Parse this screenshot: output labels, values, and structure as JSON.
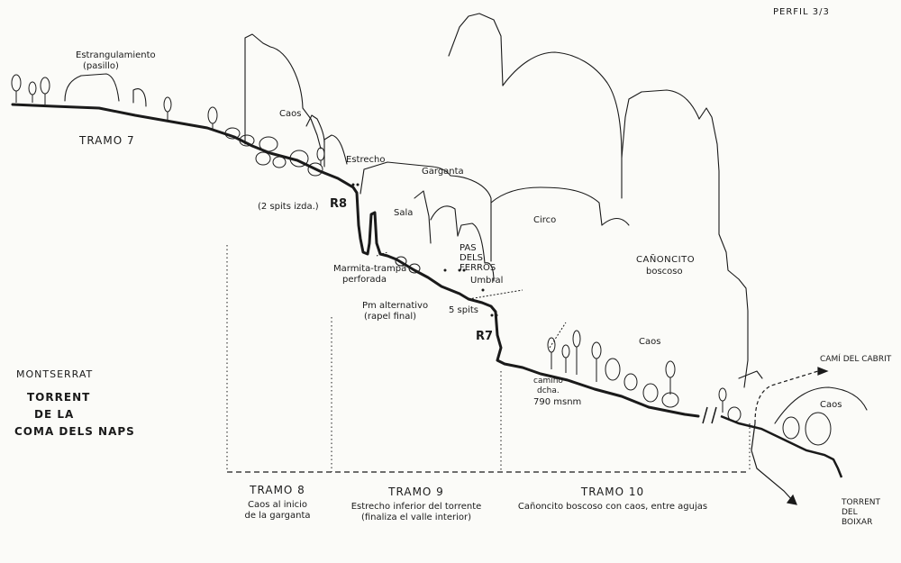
{
  "sheet": "PERFIL 3/3",
  "title": {
    "region": "MONTSERRAT",
    "line1": "TORRENT",
    "line2": "DE LA",
    "line3": "COMA DELS NAPS"
  },
  "labels": {
    "estrangulamiento": "Estrangulamiento",
    "pasillo": "(pasillo)",
    "caos1": "Caos",
    "estrecho": "Estrecho",
    "garganta": "Garganta",
    "sala": "Sala",
    "circo": "Circo",
    "canoncito": "CAÑONCITO",
    "boscoso": "boscoso",
    "pas1": "PAS",
    "pas2": "DELS",
    "pas3": "FERROS",
    "umbral": "Umbral",
    "spits": "(2 spits izda.)",
    "marmita1": "Marmita-trampa",
    "marmita2": "perforada",
    "pm1": "Pm alternativo",
    "pm2": "(rapel final)",
    "cinco_spits": "5 spits",
    "caos2": "Caos",
    "camino1": "camino",
    "camino2": "dcha.",
    "altitud": "790 msnm",
    "cami": "CAMÍ DEL CABRIT",
    "caos3": "Caos",
    "torrent1": "TORRENT",
    "torrent2": "DEL",
    "torrent3": "BOIXAR"
  },
  "rappels": {
    "r8": "R8",
    "r7": "R7"
  },
  "tramos": {
    "t7": "TRAMO 7",
    "t8": {
      "title": "TRAMO 8",
      "d1": "Caos al inicio",
      "d2": "de la garganta"
    },
    "t9": {
      "title": "TRAMO 9",
      "d1": "Estrecho inferior del torrente",
      "d2": "(finaliza el valle interior)"
    },
    "t10": {
      "title": "TRAMO 10",
      "d1": "Cañoncito boscoso con caos, entre agujas"
    }
  },
  "colors": {
    "ink": "#1a1a1a",
    "paper": "#fbfbf8"
  }
}
